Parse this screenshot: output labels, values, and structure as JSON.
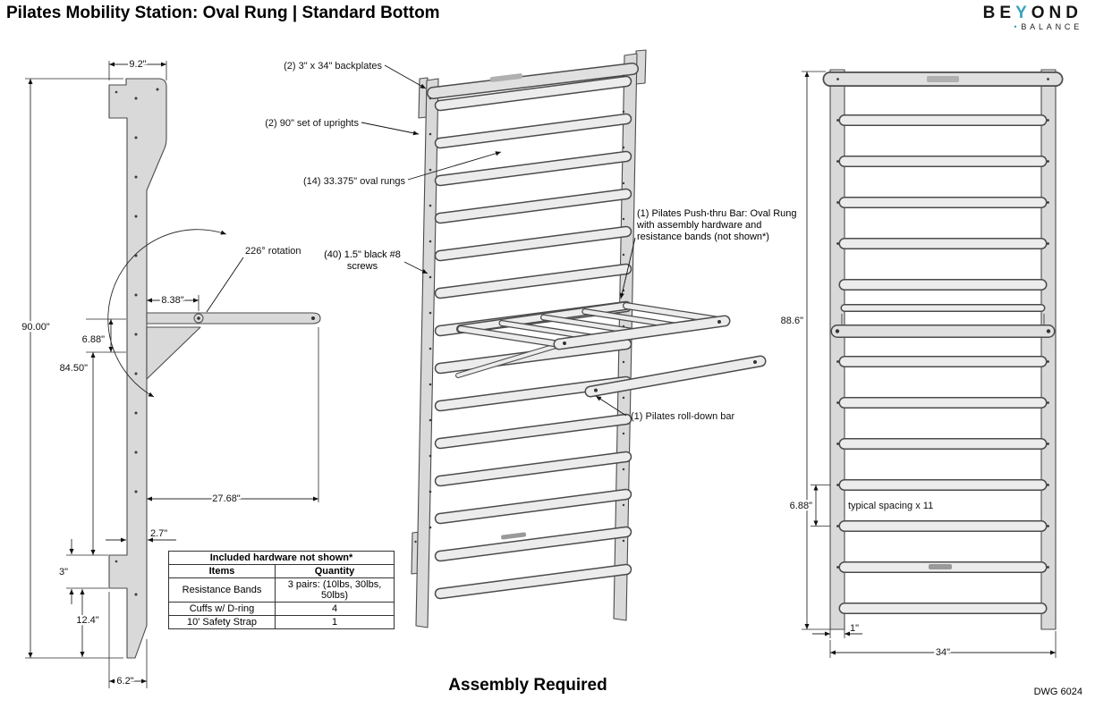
{
  "header": {
    "title": "Pilates Mobility Station: Oval Rung | Standard Bottom",
    "logo": {
      "part1": "BE",
      "accent": "Y",
      "part2": "OND",
      "dot": "•",
      "line2": "BALANCE"
    }
  },
  "side_view": {
    "dim_top_depth": "9.2\"",
    "dim_total_height": "90.00\"",
    "dim_pivot_height": "84.50\"",
    "dim_hole_gap": "6.88\"",
    "dim_pivot_offset": "8.38\"",
    "rotation_label": "226° rotation",
    "dim_bar_reach": "27.68\"",
    "dim_board_depth": "2.7\"",
    "dim_plate_height": "3\"",
    "dim_bottom_gap": "12.4\"",
    "dim_base_depth": "6.2\""
  },
  "iso_view": {
    "callout_backplates": "(2) 3\" x 34\" backplates",
    "callout_uprights": "(2) 90\" set of uprights",
    "callout_rungs": "(14) 33.375\" oval rungs",
    "callout_screws": "(40) 1.5\" black #8 screws",
    "callout_pushthru": "(1) Pilates Push-thru Bar: Oval Rung with assembly hardware and resistance bands (not shown*)",
    "callout_rolldown": "(1) Pilates roll-down bar"
  },
  "front_view": {
    "dim_height": "88.6\"",
    "dim_spacing": "6.88\"",
    "spacing_note": "typical spacing x 11",
    "dim_foot": "1\"",
    "dim_width": "34\""
  },
  "hardware_table": {
    "title": "Included hardware not shown*",
    "col_items": "Items",
    "col_quantity": "Quantity",
    "rows": [
      {
        "item": "Resistance Bands",
        "qty": "3 pairs: (10lbs, 30lbs, 50lbs)"
      },
      {
        "item": "Cuffs w/ D-ring",
        "qty": "4"
      },
      {
        "item": "10' Safety Strap",
        "qty": "1"
      }
    ]
  },
  "footer": {
    "assembly_note": "Assembly Required",
    "drawing_number": "DWG 6024"
  }
}
